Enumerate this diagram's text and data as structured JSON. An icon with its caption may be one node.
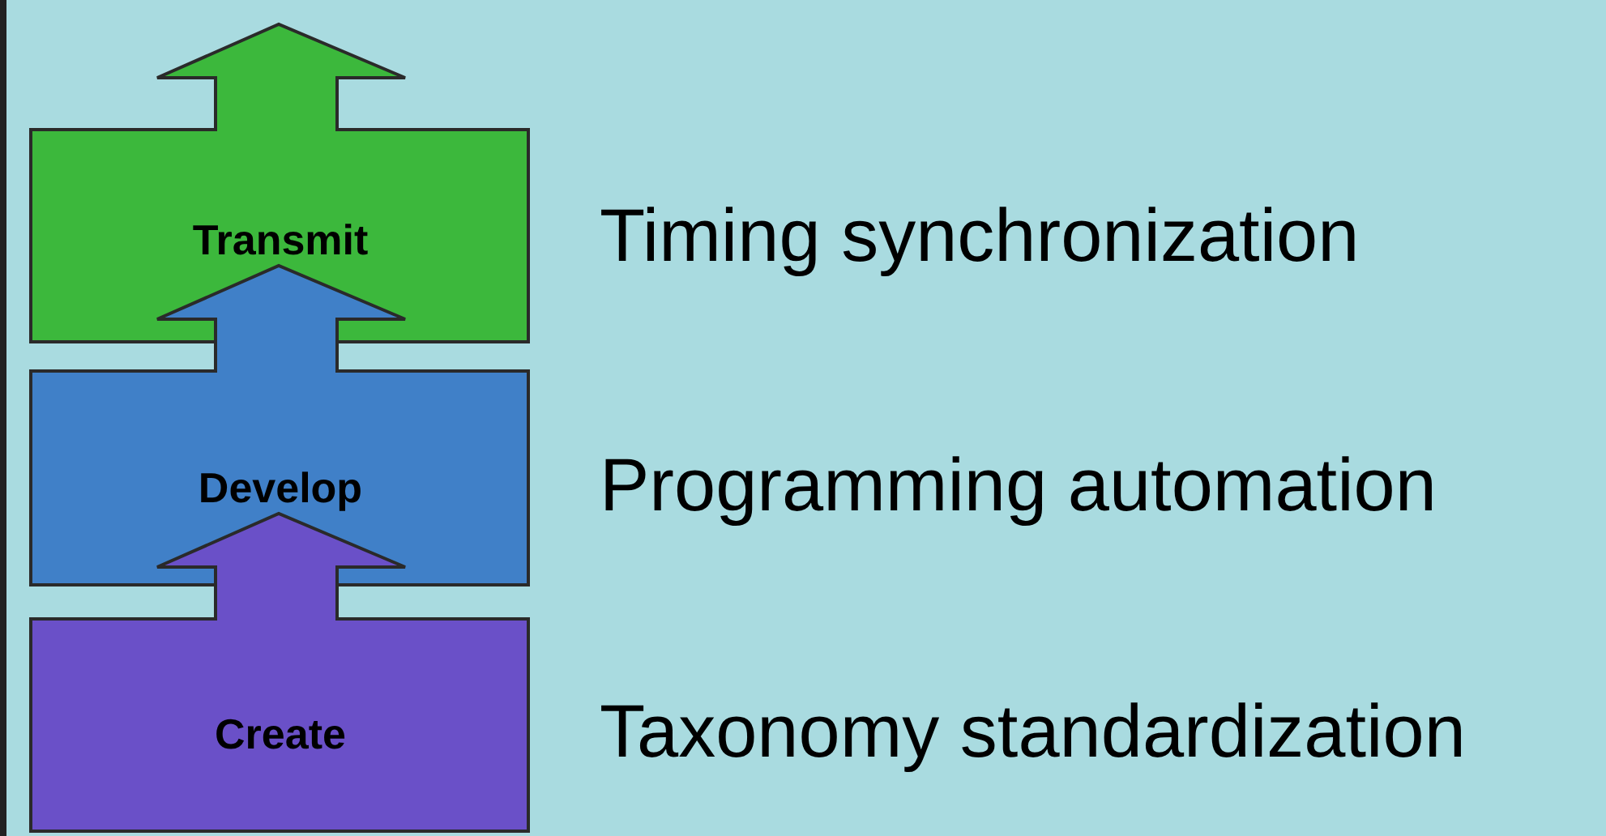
{
  "diagram": {
    "nodes": [
      {
        "text": [
          "Transmit"
        ],
        "beside": [
          "Timing synchronization"
        ]
      },
      {
        "text": [
          "Develop"
        ],
        "beside": [
          "Programming automation"
        ]
      },
      {
        "text": [
          "Create"
        ],
        "beside": [
          "Taxonomy standardization"
        ]
      }
    ]
  }
}
